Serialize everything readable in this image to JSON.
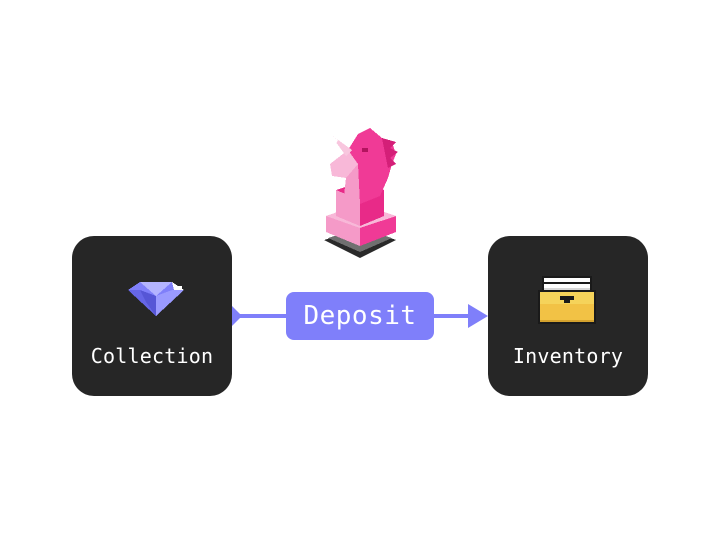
{
  "source_node": {
    "label": "Collection",
    "icon": "diamond-icon"
  },
  "target_node": {
    "label": "Inventory",
    "icon": "inventory-box-icon"
  },
  "action": {
    "label": "Deposit"
  },
  "token": {
    "icon": "unicorn-knight-icon"
  },
  "colors": {
    "node_bg": "#262626",
    "accent": "#7f7ffa",
    "text": "#ffffff",
    "token_pink": "#f03a96"
  }
}
